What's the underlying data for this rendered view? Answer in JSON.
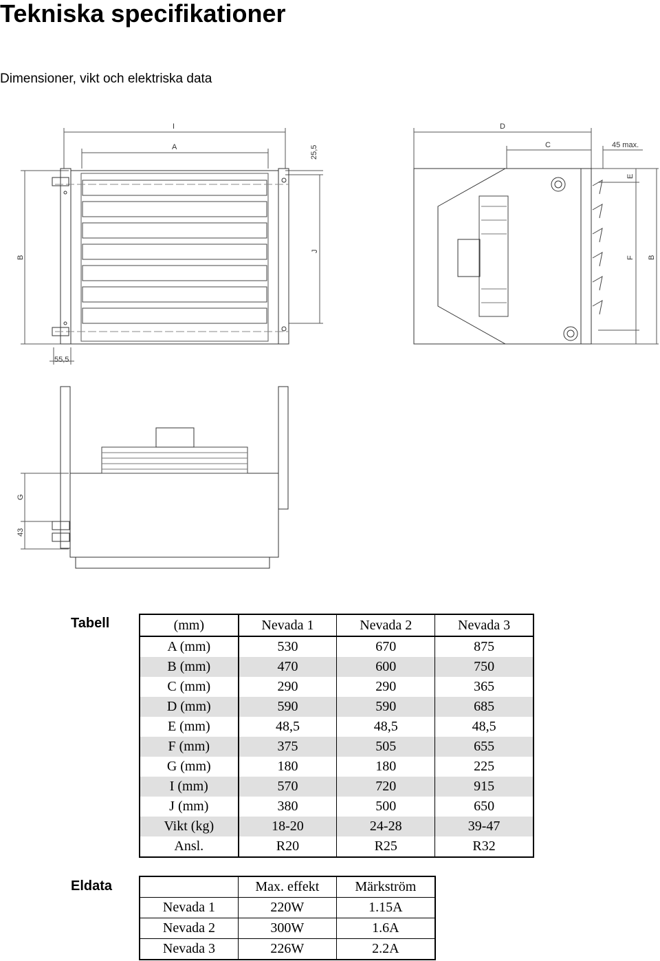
{
  "page": {
    "title": "Tekniska specifikationer",
    "subtitle": "Dimensioner, vikt och elektriska data"
  },
  "drawing_labels": {
    "I": "I",
    "A": "A",
    "D": "D",
    "C": "C",
    "max45": "45 max.",
    "d255": "25,5",
    "B": "B",
    "J": "J",
    "E": "E",
    "F": "F",
    "d555": "55,5",
    "G": "G",
    "d43": "43"
  },
  "dimension_table": {
    "label": "Tabell",
    "headers": [
      "(mm)",
      "Nevada 1",
      "Nevada 2",
      "Nevada 3"
    ],
    "rows": [
      [
        "A (mm)",
        "530",
        "670",
        "875"
      ],
      [
        "B (mm)",
        "470",
        "600",
        "750"
      ],
      [
        "C (mm)",
        "290",
        "290",
        "365"
      ],
      [
        "D (mm)",
        "590",
        "590",
        "685"
      ],
      [
        "E (mm)",
        "48,5",
        "48,5",
        "48,5"
      ],
      [
        "F (mm)",
        "375",
        "505",
        "655"
      ],
      [
        "G (mm)",
        "180",
        "180",
        "225"
      ],
      [
        "I (mm)",
        "570",
        "720",
        "915"
      ],
      [
        "J (mm)",
        "380",
        "500",
        "650"
      ],
      [
        "Vikt (kg)",
        "18-20",
        "24-28",
        "39-47"
      ],
      [
        "Ansl.",
        "R20",
        "R25",
        "R32"
      ]
    ]
  },
  "electrical_table": {
    "label": "Eldata",
    "headers": [
      "",
      "Max. effekt",
      "Märkström"
    ],
    "rows": [
      [
        "Nevada 1",
        "220W",
        "1.15A"
      ],
      [
        "Nevada 2",
        "300W",
        "1.6A"
      ],
      [
        "Nevada 3",
        "226W",
        "2.2A"
      ]
    ]
  }
}
